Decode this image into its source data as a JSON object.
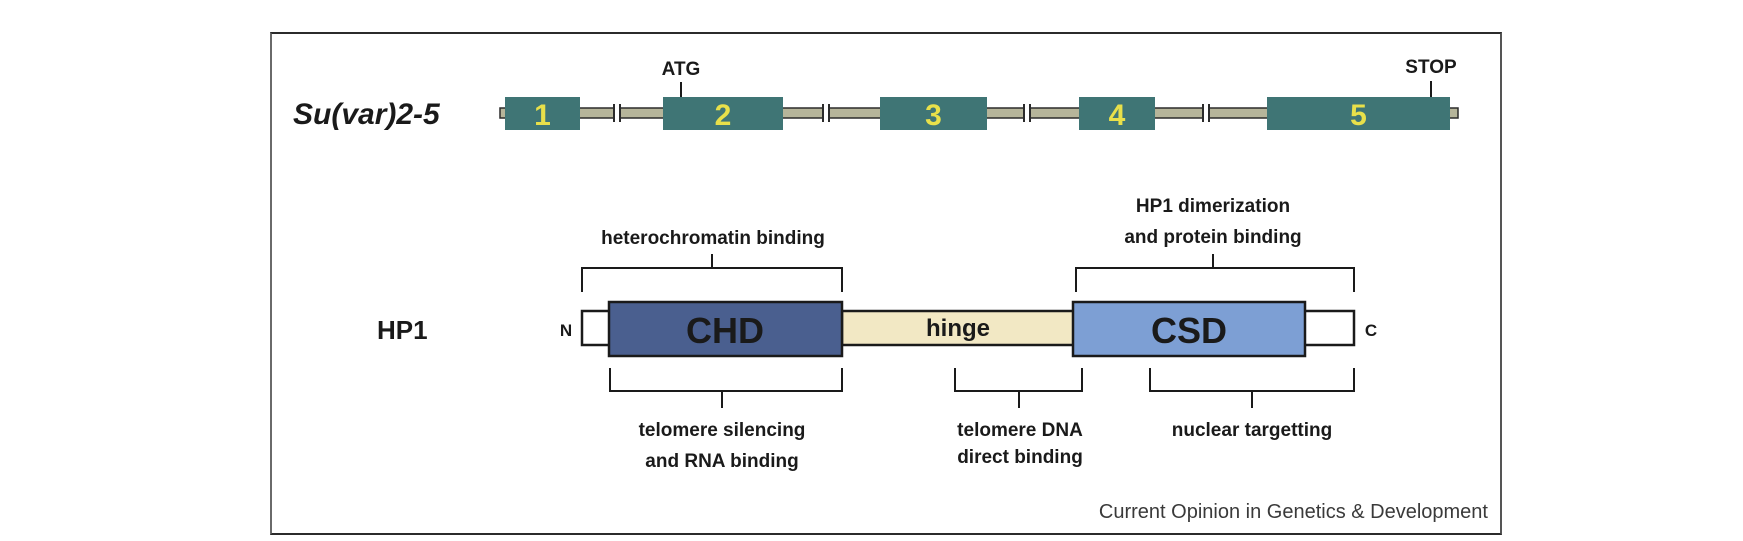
{
  "gene": {
    "name": "Su(var)2-5",
    "start_marker": "ATG",
    "stop_marker": "STOP",
    "exons": [
      {
        "label": "1"
      },
      {
        "label": "2"
      },
      {
        "label": "3"
      },
      {
        "label": "4"
      },
      {
        "label": "5"
      }
    ]
  },
  "protein": {
    "name": "HP1",
    "n_terminus": "N",
    "c_terminus": "C",
    "domains": [
      {
        "label": "CHD",
        "color": "#4a5f8f",
        "text_color": "#e8e04a"
      },
      {
        "label": "hinge",
        "color": "#f2e8c4",
        "text_color": "#1a1a1a"
      },
      {
        "label": "CSD",
        "color": "#7d9fd4",
        "text_color": "#8a4a36"
      }
    ]
  },
  "annotations": {
    "top": [
      {
        "lines": [
          "heterochromatin binding"
        ]
      },
      {
        "lines": [
          "HP1 dimerization",
          "and protein binding"
        ]
      }
    ],
    "bottom": [
      {
        "lines": [
          "telomere silencing",
          "and RNA binding"
        ]
      },
      {
        "lines": [
          "telomere DNA",
          "direct binding"
        ]
      },
      {
        "lines": [
          "nuclear targetting"
        ]
      }
    ]
  },
  "colors": {
    "exon": "#3f7575",
    "exon_text": "#e8e04a",
    "intron": "#b6b59a"
  },
  "footer": "Current Opinion in Genetics & Development"
}
